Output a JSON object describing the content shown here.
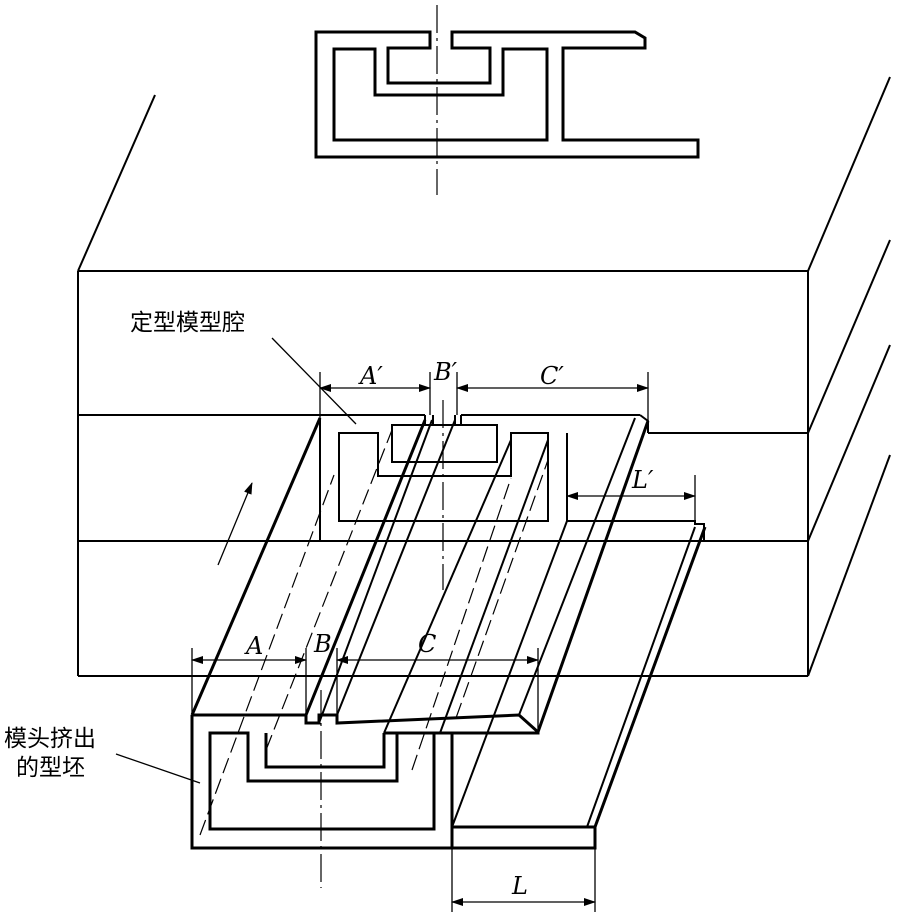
{
  "labels": {
    "sizing_die_cavity": "定型模型腔",
    "extruded_profile_line1": "模头挤出",
    "extruded_profile_line2": "的型坯",
    "dim_A_prime": "A′",
    "dim_B_prime": "B′",
    "dim_C_prime": "C′",
    "dim_L_prime": "L′",
    "dim_A": "A",
    "dim_B": "B",
    "dim_C": "C",
    "dim_L": "L"
  }
}
